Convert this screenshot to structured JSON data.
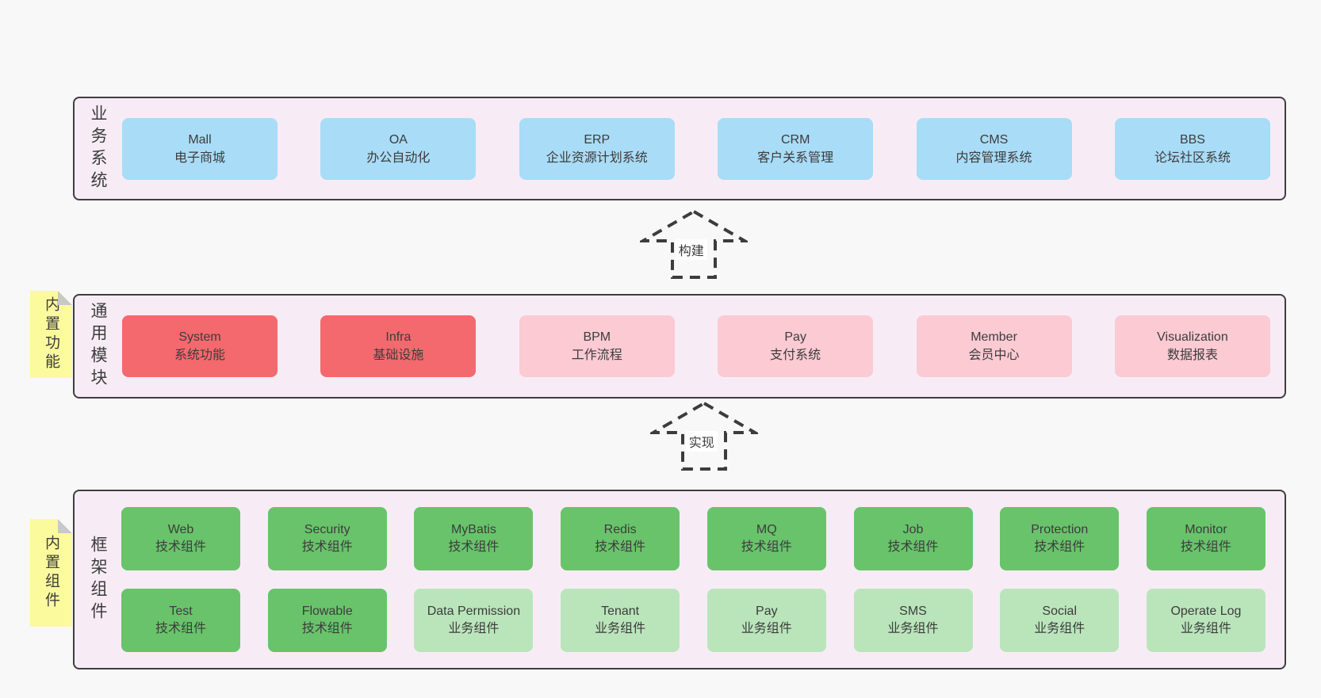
{
  "colors": {
    "background": "#f8f8f8",
    "container_fill": "#f7ecf5",
    "container_border": "#3e3e3e",
    "blue": "#a9dcf7",
    "red": "#f4696d",
    "pink": "#fbcad3",
    "green": "#69c36b",
    "green_light": "#bae5bb",
    "sticky_yellow": "#fbfa9d",
    "sticky_fold": "#c8c8c8",
    "text": "#3c3c3c"
  },
  "arrows": [
    {
      "label": "构建"
    },
    {
      "label": "实现"
    }
  ],
  "layers": {
    "business": {
      "label": "业务系统",
      "boxes": [
        {
          "title": "Mall",
          "subtitle": "电子商城",
          "variant": "blue"
        },
        {
          "title": "OA",
          "subtitle": "办公自动化",
          "variant": "blue"
        },
        {
          "title": "ERP",
          "subtitle": "企业资源计划系统",
          "variant": "blue"
        },
        {
          "title": "CRM",
          "subtitle": "客户关系管理",
          "variant": "blue"
        },
        {
          "title": "CMS",
          "subtitle": "内容管理系统",
          "variant": "blue"
        },
        {
          "title": "BBS",
          "subtitle": "论坛社区系统",
          "variant": "blue"
        }
      ]
    },
    "modules": {
      "label": "通用模块",
      "sticky": "内置功能",
      "boxes": [
        {
          "title": "System",
          "subtitle": "系统功能",
          "variant": "red"
        },
        {
          "title": "Infra",
          "subtitle": "基础设施",
          "variant": "red"
        },
        {
          "title": "BPM",
          "subtitle": "工作流程",
          "variant": "pink"
        },
        {
          "title": "Pay",
          "subtitle": "支付系统",
          "variant": "pink"
        },
        {
          "title": "Member",
          "subtitle": "会员中心",
          "variant": "pink"
        },
        {
          "title": "Visualization",
          "subtitle": "数据报表",
          "variant": "pink"
        }
      ]
    },
    "components": {
      "label": "框架组件",
      "sticky": "内置组件",
      "rows": [
        [
          {
            "title": "Web",
            "subtitle": "技术组件",
            "variant": "green"
          },
          {
            "title": "Security",
            "subtitle": "技术组件",
            "variant": "green"
          },
          {
            "title": "MyBatis",
            "subtitle": "技术组件",
            "variant": "green"
          },
          {
            "title": "Redis",
            "subtitle": "技术组件",
            "variant": "green"
          },
          {
            "title": "MQ",
            "subtitle": "技术组件",
            "variant": "green"
          },
          {
            "title": "Job",
            "subtitle": "技术组件",
            "variant": "green"
          },
          {
            "title": "Protection",
            "subtitle": "技术组件",
            "variant": "green"
          },
          {
            "title": "Monitor",
            "subtitle": "技术组件",
            "variant": "green"
          }
        ],
        [
          {
            "title": "Test",
            "subtitle": "技术组件",
            "variant": "green"
          },
          {
            "title": "Flowable",
            "subtitle": "技术组件",
            "variant": "green"
          },
          {
            "title": "Data Permission",
            "subtitle": "业务组件",
            "variant": "green-light"
          },
          {
            "title": "Tenant",
            "subtitle": "业务组件",
            "variant": "green-light"
          },
          {
            "title": "Pay",
            "subtitle": "业务组件",
            "variant": "green-light"
          },
          {
            "title": "SMS",
            "subtitle": "业务组件",
            "variant": "green-light"
          },
          {
            "title": "Social",
            "subtitle": "业务组件",
            "variant": "green-light"
          },
          {
            "title": "Operate Log",
            "subtitle": "业务组件",
            "variant": "green-light"
          }
        ]
      ]
    }
  }
}
